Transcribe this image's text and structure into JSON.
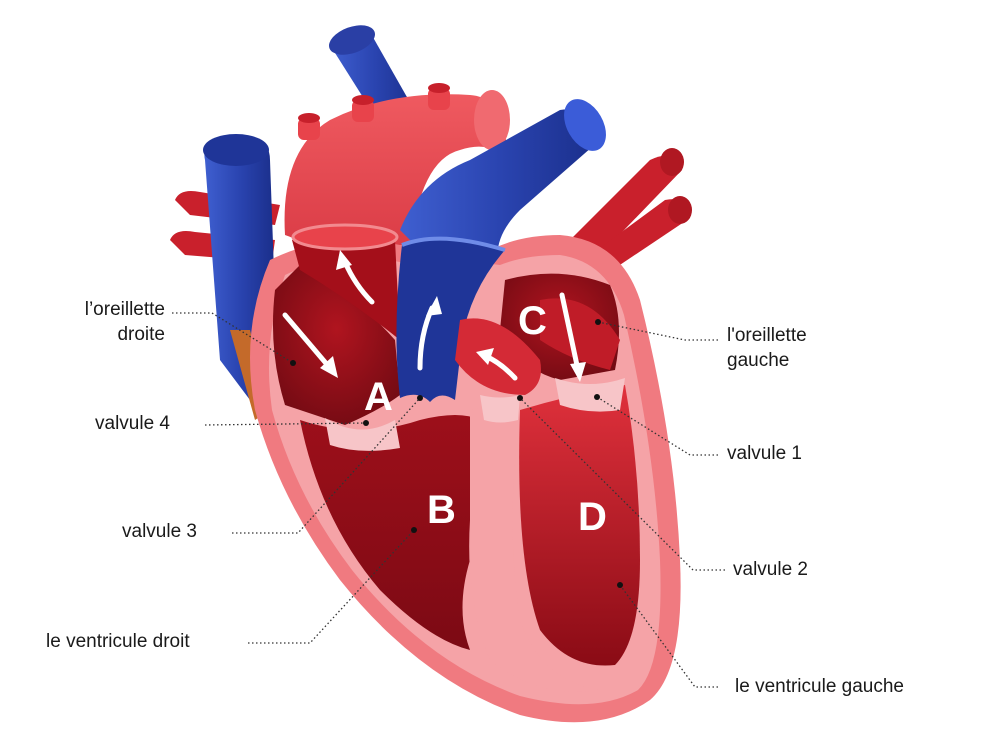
{
  "letters": {
    "a": "A",
    "b": "B",
    "c": "C",
    "d": "D"
  },
  "labels": {
    "right_atrium_line1": "l’oreillette",
    "right_atrium_line2": "droite",
    "valve4": "valvule 4",
    "valve3": "valvule 3",
    "right_ventricle": "le ventricule droit",
    "left_atrium_line1": "l'oreillette",
    "left_atrium_line2": "gauche",
    "valve1": "valvule 1",
    "valve2": "valvule 2",
    "left_ventricle": "le ventricule gauche"
  },
  "colors": {
    "artery_red": "#e8434b",
    "vein_blue": "#2e4ab8",
    "muscle_pink": "#f28a8f",
    "chamber_dark": "#8a0d17"
  }
}
